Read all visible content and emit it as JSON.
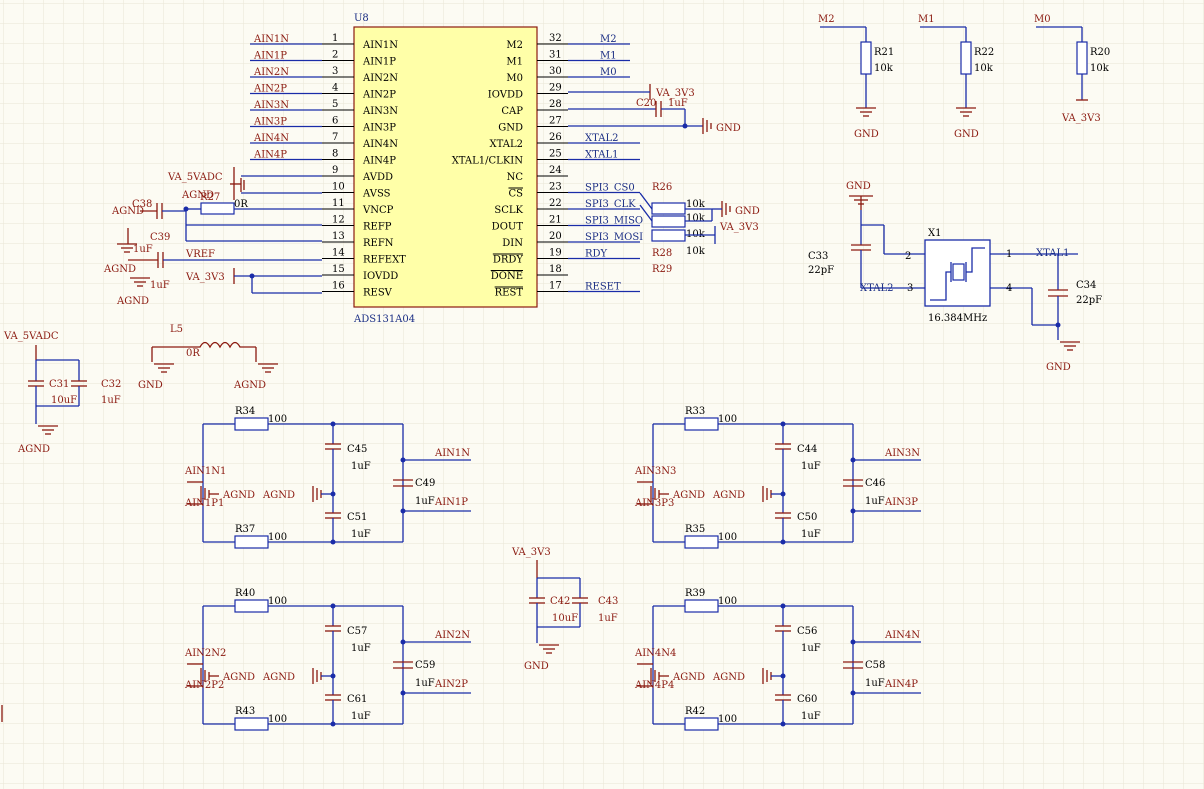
{
  "u8": {
    "designator": "U8",
    "part": "ADS131A04",
    "left_pins": [
      {
        "num": "1",
        "name": "AIN1N",
        "net": "AIN1N"
      },
      {
        "num": "2",
        "name": "AIN1P",
        "net": "AIN1P"
      },
      {
        "num": "3",
        "name": "AIN2N",
        "net": "AIN2N"
      },
      {
        "num": "4",
        "name": "AIN2P",
        "net": "AIN2P"
      },
      {
        "num": "5",
        "name": "AIN3N",
        "net": "AIN3N"
      },
      {
        "num": "6",
        "name": "AIN3P",
        "net": "AIN3P"
      },
      {
        "num": "7",
        "name": "AIN4N",
        "net": "AIN4N"
      },
      {
        "num": "8",
        "name": "AIN4P",
        "net": "AIN4P"
      },
      {
        "num": "9",
        "name": "AVDD",
        "net": ""
      },
      {
        "num": "10",
        "name": "AVSS",
        "net": ""
      },
      {
        "num": "11",
        "name": "VNCP",
        "net": ""
      },
      {
        "num": "12",
        "name": "REFP",
        "net": ""
      },
      {
        "num": "13",
        "name": "REFN",
        "net": ""
      },
      {
        "num": "14",
        "name": "REFEXT",
        "net": "VREF"
      },
      {
        "num": "15",
        "name": "IOVDD",
        "net": ""
      },
      {
        "num": "16",
        "name": "RESV",
        "net": ""
      }
    ],
    "right_pins": [
      {
        "num": "32",
        "name": "M2",
        "net": "M2"
      },
      {
        "num": "31",
        "name": "M1",
        "net": "M1"
      },
      {
        "num": "30",
        "name": "M0",
        "net": "M0"
      },
      {
        "num": "29",
        "name": "IOVDD",
        "net": ""
      },
      {
        "num": "28",
        "name": "CAP",
        "net": ""
      },
      {
        "num": "27",
        "name": "GND",
        "net": ""
      },
      {
        "num": "26",
        "name": "XTAL2",
        "net": "XTAL2"
      },
      {
        "num": "25",
        "name": "XTAL1/CLKIN",
        "net": "XTAL1"
      },
      {
        "num": "24",
        "name": "NC",
        "net": ""
      },
      {
        "num": "23",
        "name": "CS",
        "net": "SPI3_CS0"
      },
      {
        "num": "22",
        "name": "SCLK",
        "net": "SPI3_CLK"
      },
      {
        "num": "21",
        "name": "DOUT",
        "net": "SPI3_MISO"
      },
      {
        "num": "20",
        "name": "DIN",
        "net": "SPI3_MOSI"
      },
      {
        "num": "19",
        "name": "DRDY",
        "net": "RDY"
      },
      {
        "num": "18",
        "name": "DONE",
        "net": ""
      },
      {
        "num": "17",
        "name": "REST",
        "net": "RESET"
      }
    ]
  },
  "labels": {
    "va_5vadc": "VA_5VADC",
    "va_3v3": "VA_3V3",
    "gnd": "GND",
    "agnd": "AGND",
    "vref": "VREF",
    "agnd_text": "AGND"
  },
  "parts": {
    "c38": "C38",
    "c38_v": "1uF",
    "c39": "C39",
    "c39_v": "1uF",
    "r27": "R27",
    "r27_v": "0R",
    "c20": "C20",
    "c20_v": "1uF",
    "r26": "R26",
    "r26_v": "10k",
    "r_clk_v": "10k",
    "r_miso_v": "10k",
    "r28": "R28",
    "r28_v": "10k",
    "r29": "R29",
    "r21": "R21",
    "r21_v": "10k",
    "r22": "R22",
    "r22_v": "10k",
    "r20": "R20",
    "r20_v": "10k",
    "x1": "X1",
    "x1_v": "16.384MHz",
    "c33": "C33",
    "c33_v": "22pF",
    "c34": "C34",
    "c34_v": "22pF",
    "c31": "C31",
    "c31_v": "10uF",
    "c32": "C32",
    "c32_v": "1uF",
    "l5": "L5",
    "l5_v": "0R",
    "c42": "C42",
    "c42_v": "10uF",
    "c43": "C43",
    "c43_v": "1uF"
  },
  "mode_nets": [
    "M2",
    "M1",
    "M0"
  ],
  "filters": [
    {
      "r_top": "R34",
      "r_bot": "R37",
      "r_val": "100",
      "c_top": "C45",
      "c_bot": "C51",
      "c_diff": "C49",
      "c_val": "1uF",
      "in_n": "AIN1N1",
      "in_p": "AIN1P1",
      "out_n": "AIN1N",
      "out_p": "AIN1P"
    },
    {
      "r_top": "R33",
      "r_bot": "R35",
      "r_val": "100",
      "c_top": "C44",
      "c_bot": "C50",
      "c_diff": "C46",
      "c_val": "1uF",
      "in_n": "AIN3N3",
      "in_p": "AIN3P3",
      "out_n": "AIN3N",
      "out_p": "AIN3P"
    },
    {
      "r_top": "R40",
      "r_bot": "R43",
      "r_val": "100",
      "c_top": "C57",
      "c_bot": "C61",
      "c_diff": "C59",
      "c_val": "1uF",
      "in_n": "AIN2N2",
      "in_p": "AIN2P2",
      "out_n": "AIN2N",
      "out_p": "AIN2P"
    },
    {
      "r_top": "R39",
      "r_bot": "R42",
      "r_val": "100",
      "c_top": "C56",
      "c_bot": "C60",
      "c_diff": "C58",
      "c_val": "1uF",
      "in_n": "AIN4N4",
      "in_p": "AIN4P4",
      "out_n": "AIN4N",
      "out_p": "AIN4P"
    }
  ]
}
